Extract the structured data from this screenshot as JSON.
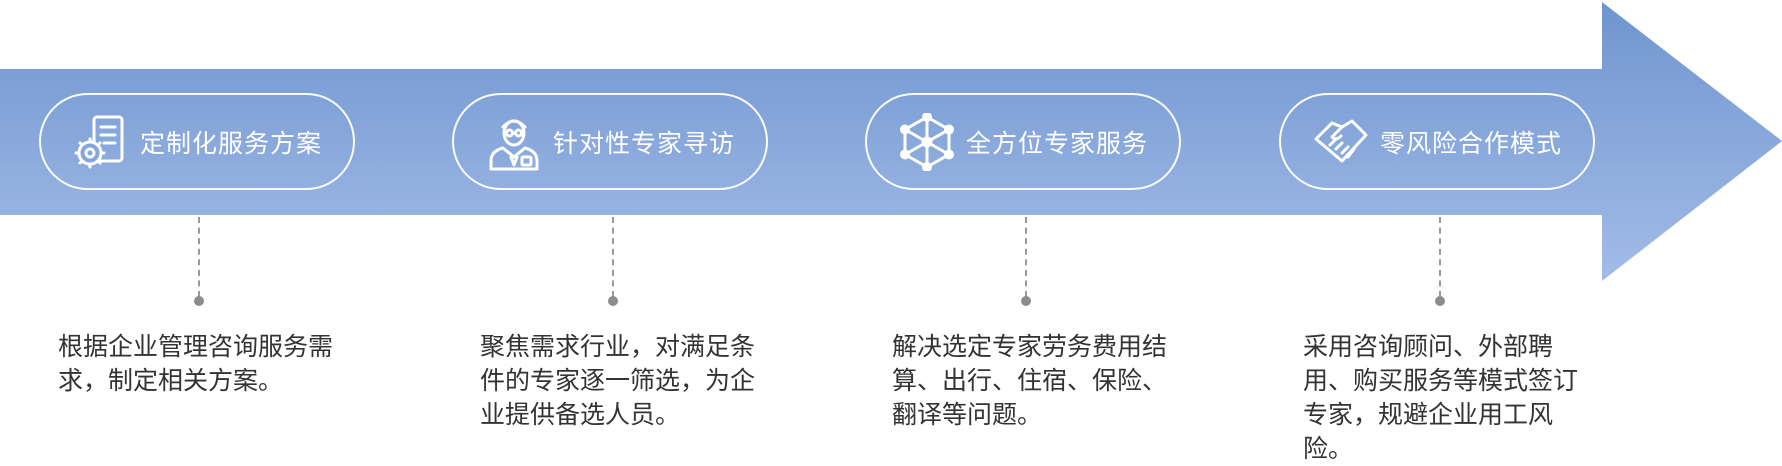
{
  "colors": {
    "arrow_top": "#6f95cf",
    "arrow_bottom": "#a3bce8",
    "pill_border": "#ffffff",
    "connector": "#9a9a9a",
    "text": "#333333"
  },
  "steps": [
    {
      "title": "定制化服务方案",
      "icon": "document-gear-icon",
      "description": "根据企业管理咨询服务需求，制定相关方案。"
    },
    {
      "title": "针对性专家寻访",
      "icon": "expert-person-icon",
      "description": "聚焦需求行业，对满足条件的专家逐一筛选，为企业提供备选人员。"
    },
    {
      "title": "全方位专家服务",
      "icon": "network-hexagon-icon",
      "description": "解决选定专家劳务费用结算、出行、住宿、保险、翻译等问题。"
    },
    {
      "title": "零风险合作模式",
      "icon": "handshake-icon",
      "description": "采用咨询顾问、外部聘用、购买服务等模式签订专家，规避企业用工风险。"
    }
  ]
}
